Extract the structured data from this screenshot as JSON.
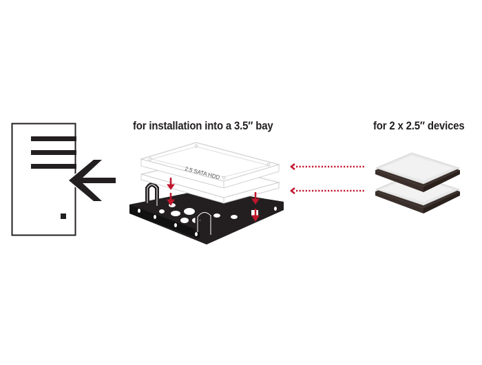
{
  "labels": {
    "bay": "for installation into a 3.5″ bay",
    "devices": "for 2 x 2.5″ devices"
  },
  "drives": {
    "hdd_text": "2.5 SATA HDD"
  },
  "icons": {
    "computer_case": "computer-case-icon",
    "insert_arrow": "arrow-left-icon",
    "mounting_frame": "mounting-frame-icon",
    "hdd": "hdd-icon",
    "dotted_arrow": "dotted-arrow-left-icon",
    "down_arrow": "arrow-down-icon"
  },
  "colors": {
    "ink": "#231f20",
    "accent_red": "#c0162c",
    "drive_outline": "#cfcfcf",
    "drive_fill": "#eeeeee",
    "drive_edge": "#3a2f2a"
  }
}
